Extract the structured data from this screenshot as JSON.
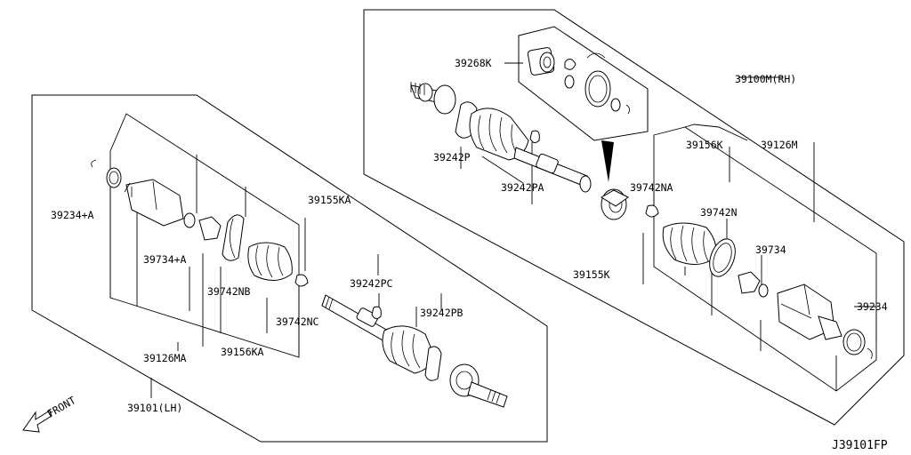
{
  "labels": {
    "p39268K": "39268K",
    "p39100MRH": "39100M(RH)",
    "p39242P": "39242P",
    "p39242PA": "39242PA",
    "p39742NA": "39742NA",
    "p39156K": "39156K",
    "p39126M": "39126M",
    "p39742N": "39742N",
    "p39734": "39734",
    "p39155K": "39155K",
    "p39234": "39234",
    "p39234A": "39234+A",
    "p39155KA": "39155KA",
    "p39734A": "39734+A",
    "p39742NB": "39742NB",
    "p39242PC": "39242PC",
    "p39742NC": "39742NC",
    "p39242PB": "39242PB",
    "p39126MA": "39126MA",
    "p39156KA": "39156KA",
    "p39101LH": "39101(LH)",
    "front": "FRONT",
    "diagram_id": "J39101FP"
  }
}
